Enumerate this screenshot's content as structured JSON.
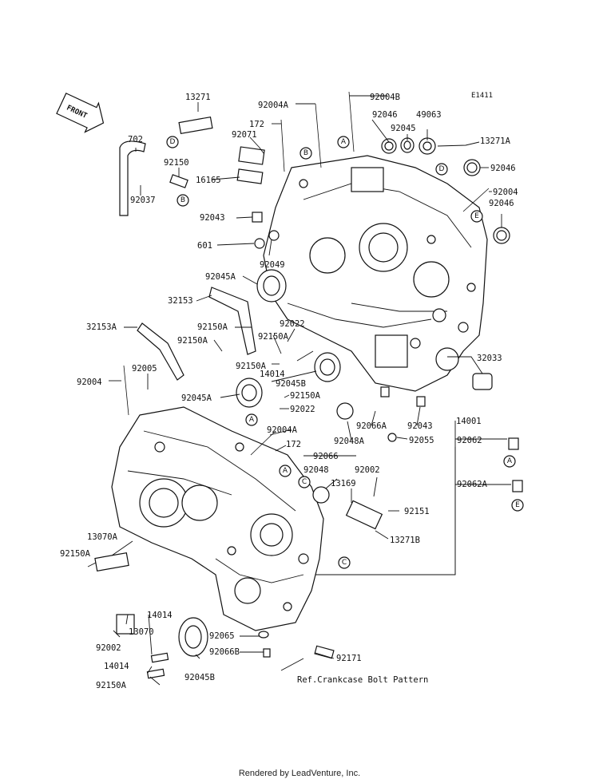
{
  "diagram": {
    "code": "E1411",
    "front_label": "FRONT",
    "footer": "Rendered by LeadVenture, Inc.",
    "ref_note": "Ref.Crankcase Bolt Pattern",
    "callout_letters": [
      "A",
      "B",
      "C",
      "D",
      "E"
    ],
    "labels": {
      "p13271": "13271",
      "p92004A": "92004A",
      "p92004B": "92004B",
      "p172a": "172",
      "p92071": "92071",
      "p92046a": "92046",
      "p92045": "92045",
      "p49063": "49063",
      "p13271A": "13271A",
      "p702": "702",
      "p92150": "92150",
      "p16165": "16165",
      "p92046b": "92046",
      "p92004a": "92004",
      "p92037": "92037",
      "p92043a": "92043",
      "p92046c": "92046",
      "p601": "601",
      "p92049": "92049",
      "p92045Aa": "92045A",
      "p32153": "32153",
      "p32153A": "32153A",
      "p92150Aa": "92150A",
      "p92150Ab": "92150A",
      "p92022a": "92022",
      "p92150Ac": "92150A",
      "p92150Ad": "92150A",
      "p14014a": "14014",
      "p32033": "32033",
      "p92004b": "92004",
      "p92005": "92005",
      "p92045Bb": "92045B",
      "p92045Ab": "92045A",
      "p92150Ae": "92150A",
      "p92022b": "92022",
      "p92066A": "92066A",
      "p92043b": "92043",
      "p14001": "14001",
      "p92004Ab": "92004A",
      "p92048A": "92048A",
      "p92055": "92055",
      "p92062": "92062",
      "p172b": "172",
      "p92066": "92066",
      "p92048": "92048",
      "p92002a": "92002",
      "p92062A": "92062A",
      "p13169": "13169",
      "p92151": "92151",
      "p13070A": "13070A",
      "p13271B": "13271B",
      "p92150Af": "92150A",
      "p14014b": "14014",
      "p13070": "13070",
      "p92002b": "92002",
      "p92065": "92065",
      "p92066B": "92066B",
      "p92171": "92171",
      "p14014c": "14014",
      "p92045Bc": "92045B",
      "p92150Ag": "92150A"
    }
  }
}
